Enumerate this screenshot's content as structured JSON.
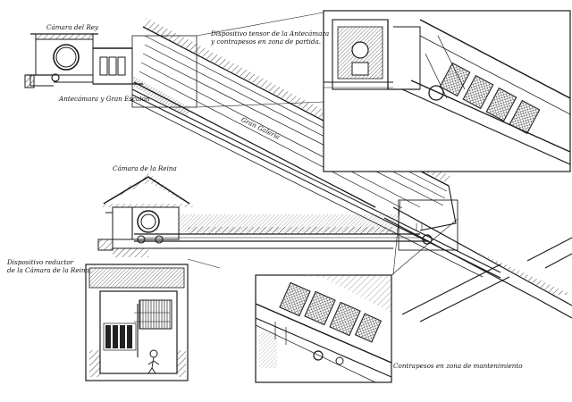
{
  "labels": {
    "camara_rey": "Cámara del Rey",
    "antecamara": "Antecámara y Gran Escalón",
    "gran_galeria": "Gran Galería",
    "dispositivo_tensor_1": "Dispositivo tensor de la Antecámara",
    "dispositivo_tensor_2": "y contrapesos en zona de partida.",
    "camara_reina": "Cámara de la Reina",
    "reductor_1": "Dispositivo reductor",
    "reductor_2": "de la Cámara de la Reina.",
    "contrapesos_mant": "Contrapesos en zona de mantenimiento"
  },
  "colors": {
    "ink": "#1a1a1a",
    "paper": "#ffffff",
    "shade": "#444444"
  }
}
